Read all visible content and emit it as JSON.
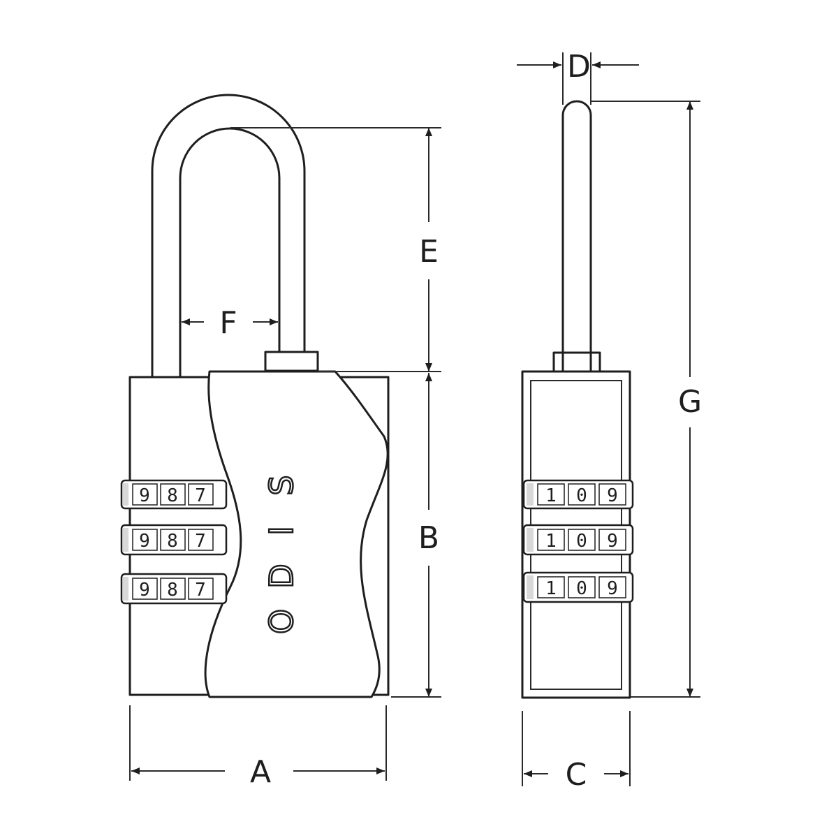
{
  "dimensions": {
    "A": "A",
    "B": "B",
    "C": "C",
    "D": "D",
    "E": "E",
    "F": "F",
    "G": "G"
  },
  "brand": {
    "letters": [
      "O",
      "D",
      "I",
      "S"
    ]
  },
  "front_dials": [
    [
      "9",
      "8",
      "7"
    ],
    [
      "9",
      "8",
      "7"
    ],
    [
      "9",
      "8",
      "7"
    ]
  ],
  "side_dials": [
    [
      "1",
      "0",
      "9"
    ],
    [
      "1",
      "0",
      "9"
    ],
    [
      "1",
      "0",
      "9"
    ]
  ],
  "colors": {
    "line": "#1e1e1e",
    "background": "#ffffff"
  }
}
